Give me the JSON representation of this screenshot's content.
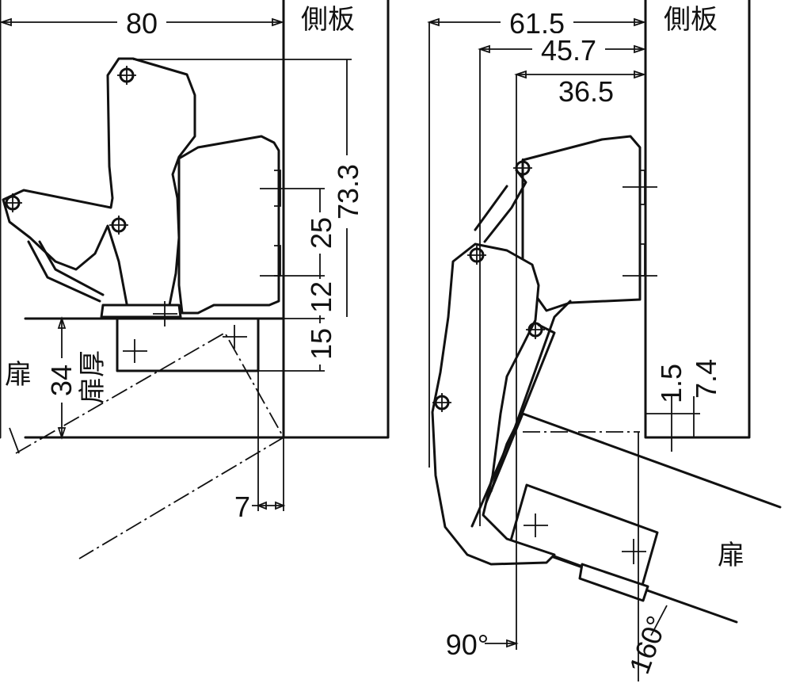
{
  "left_view": {
    "dimensions": {
      "width": "80",
      "height": "73.3",
      "hole_pitch": "25",
      "hole_offset": "12",
      "plate_depth": "15",
      "door_thickness": "34",
      "edge_gap": "7"
    },
    "labels": {
      "side_panel": "側板",
      "door": "扉",
      "door_thickness": "扉厚"
    }
  },
  "right_view": {
    "dimensions": {
      "width_outer": "61.5",
      "width_mid": "45.7",
      "width_inner": "36.5",
      "gap_small": "1.5",
      "gap_large": "7.4"
    },
    "labels": {
      "side_panel": "側板",
      "door": "扉"
    },
    "angles": {
      "closed": "90°",
      "open": "160°"
    }
  }
}
